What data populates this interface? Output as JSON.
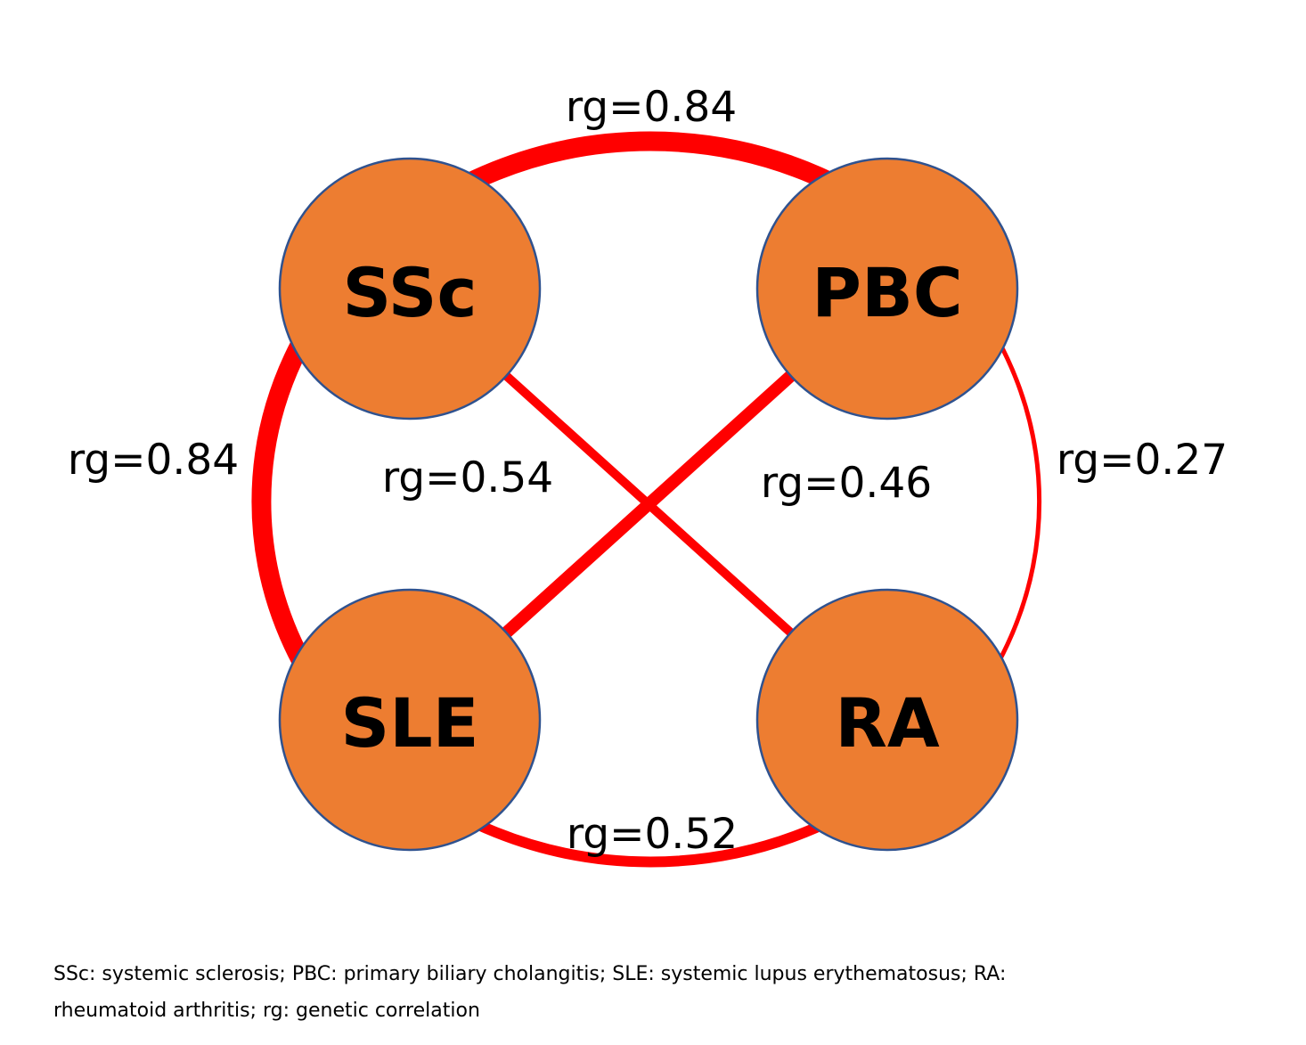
{
  "colors": {
    "edge": "#FF0000",
    "node_fill": "#ED7D31",
    "node_stroke": "#2F528F"
  },
  "nodes": {
    "ssc": {
      "label": "SSc"
    },
    "pbc": {
      "label": "PBC"
    },
    "sle": {
      "label": "SLE"
    },
    "ra": {
      "label": "RA"
    }
  },
  "edges": {
    "ssc_pbc": {
      "label": "rg=0.84",
      "value": 0.84
    },
    "ssc_sle": {
      "label": "rg=0.84",
      "value": 0.84
    },
    "pbc_ra": {
      "label": "rg=0.27",
      "value": 0.27
    },
    "sle_ra": {
      "label": "rg=0.52",
      "value": 0.52
    },
    "ssc_ra": {
      "label": "rg=0.54",
      "value": 0.54
    },
    "pbc_sle": {
      "label": "rg=0.46",
      "value": 0.46
    }
  },
  "footnote": {
    "line1": "SSc: systemic sclerosis; PBC: primary biliary cholangitis; SLE: systemic lupus erythematosus; RA:",
    "line2": "rheumatoid arthritis; rg: genetic correlation"
  }
}
